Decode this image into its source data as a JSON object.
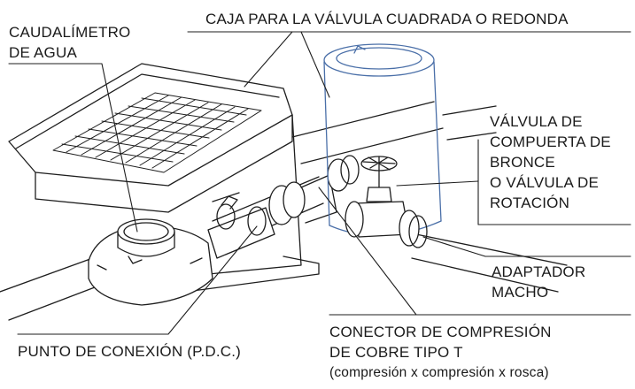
{
  "labels": {
    "caudalimetro": [
      "CAUDALÍMETRO",
      "DE AGUA"
    ],
    "caja": "CAJA PARA LA VÁLVULA CUADRADA O REDONDA",
    "valvula": [
      "VÁLVULA DE",
      "COMPUERTA DE",
      "BRONCE",
      "O VÁLVULA DE",
      "ROTACIÓN"
    ],
    "adaptador": [
      "ADAPTADOR",
      "MACHO"
    ],
    "punto": "PUNTO DE CONEXIÓN (P.D.C.)",
    "conector": [
      "CONECTOR DE COMPRESIÓN",
      "DE COBRE TIPO T",
      "(compresión x compresión x rosca)"
    ]
  },
  "colors": {
    "line": "#1e1e1e",
    "glass": "#4a6fa8",
    "background": "#ffffff"
  }
}
